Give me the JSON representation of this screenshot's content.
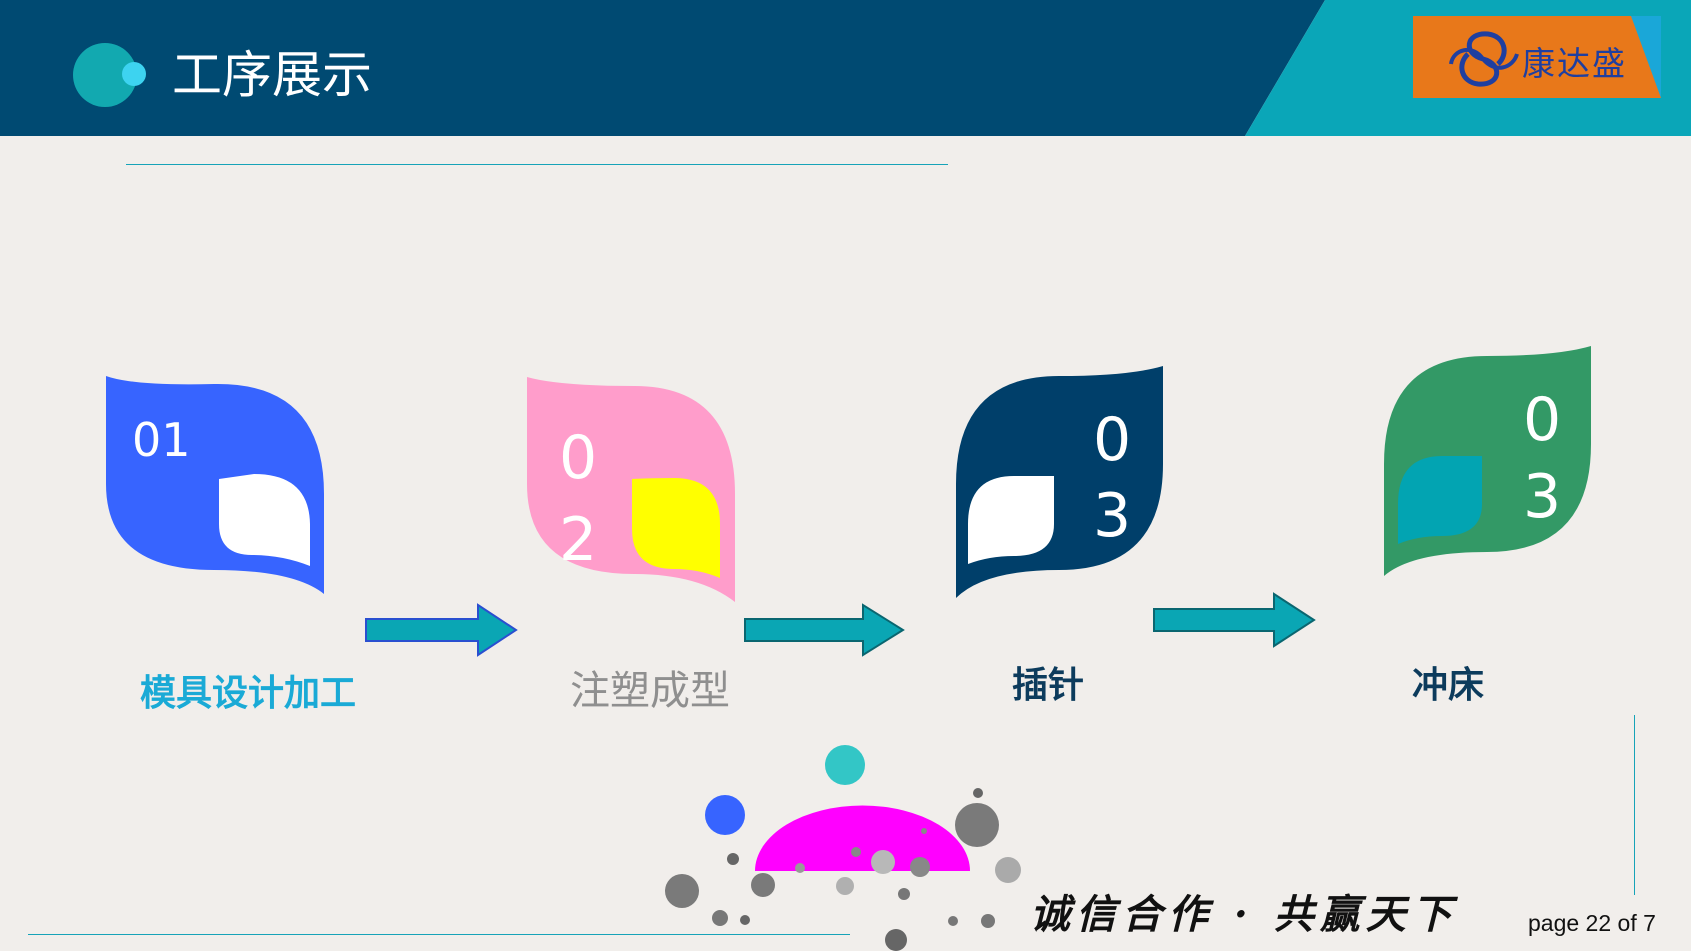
{
  "header": {
    "title": "工序展示",
    "logo_text": "康达盛"
  },
  "steps": [
    {
      "number": "01",
      "label": "模具设计加工"
    },
    {
      "number_line1": "0",
      "number_line2": "2",
      "label": "注塑成型"
    },
    {
      "number_line1": "0",
      "number_line2": "3",
      "label": "插针"
    },
    {
      "number_line1": "0",
      "number_line2": "3",
      "label": "冲床"
    }
  ],
  "footer": {
    "slogan": "诚信合作 · 共赢天下",
    "page_number": "page 22 of 7"
  },
  "colors": {
    "header_dark": "#004a72",
    "header_teal": "#0aa6b8",
    "logo_orange": "#e8781a",
    "step1_blue": "#3764ff",
    "step2_pink": "#ff9dcb",
    "step2_accent": "#ffff00",
    "step3_navy": "#003f6a",
    "step4_green": "#339966",
    "step4_accent": "#02a4b2",
    "arrow_teal": "#0aa6b4",
    "label1": "#1aaad6",
    "label2": "#8f8f8f",
    "label_dark": "#0c3b5c",
    "magenta": "#ff00ff"
  },
  "icons": [
    "circle-logo-icon",
    "swirl-logo-icon",
    "right-arrow-icon"
  ]
}
